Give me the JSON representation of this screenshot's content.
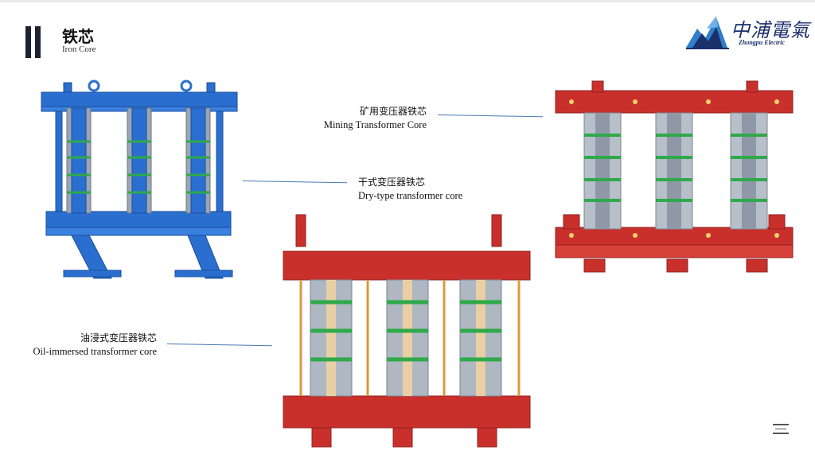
{
  "header": {
    "title_cn": "铁芯",
    "title_en": "Iron Core"
  },
  "logo": {
    "name_cn": "中浦電氣",
    "name_en": "Zhongpu Electric",
    "brand_color": "#1b2f6b"
  },
  "products": [
    {
      "id": "dry",
      "label_cn": "干式变压器铁芯",
      "label_en": "Dry-type transformer core",
      "frame_color": "#2a6fd0",
      "icon": "blue-core-image"
    },
    {
      "id": "mining",
      "label_cn": "矿用变压器铁芯",
      "label_en": "Mining Transformer Core",
      "frame_color": "#c9302c",
      "icon": "red-core-image"
    },
    {
      "id": "oil",
      "label_cn": "油浸式变压器铁芯",
      "label_en": "Oil-immersed transformer core",
      "frame_color": "#c9302c",
      "icon": "red-core-image"
    }
  ],
  "colors": {
    "leader_line": "#4a79b8",
    "band_green": "#2fa94a",
    "limb_grey": "#9aa6b4"
  },
  "nav": {
    "icon": "menu-icon"
  }
}
